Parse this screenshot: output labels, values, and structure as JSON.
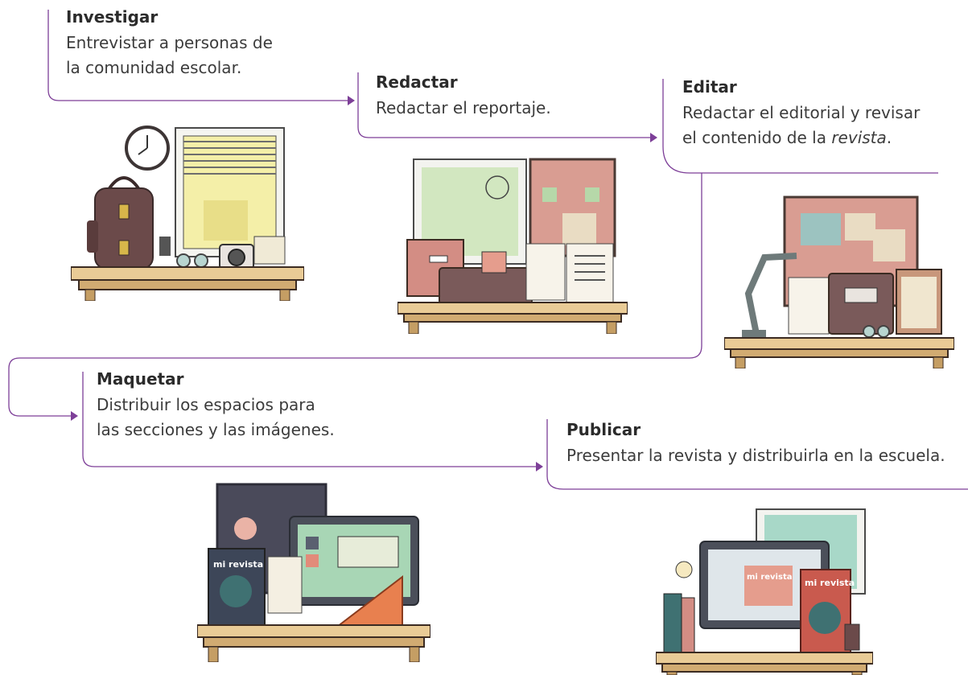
{
  "accent_color": "#7d3f98",
  "steps": [
    {
      "title": "Investigar",
      "lines": [
        "Entrevistar a personas de",
        "la comunidad escolar."
      ]
    },
    {
      "title": "Redactar",
      "lines": [
        "Redactar el reportaje."
      ]
    },
    {
      "title": "Editar",
      "lines": [
        "Redactar el editorial y revisar",
        "el contenido de la "
      ],
      "italic": "revista",
      "after_italic": "."
    },
    {
      "title": "Maquetar",
      "lines": [
        "Distribuir los espacios para",
        "las secciones y las imágenes."
      ]
    },
    {
      "title": "Publicar",
      "lines": [
        "Presentar la revista y distribuirla en la escuela."
      ]
    }
  ],
  "illustrations": {
    "investigar": "desk with backpack, clock, window and camera",
    "redactar": "desk with window, corkboard, boxes, briefcase and papers",
    "editar": "desk with corkboard, lamp, folders and checklist",
    "maquetar": "desk with computer showing layout software and magazine",
    "publicar": "desk with computer showing magazine, books and coffee"
  },
  "magazine_label": "mi revista"
}
